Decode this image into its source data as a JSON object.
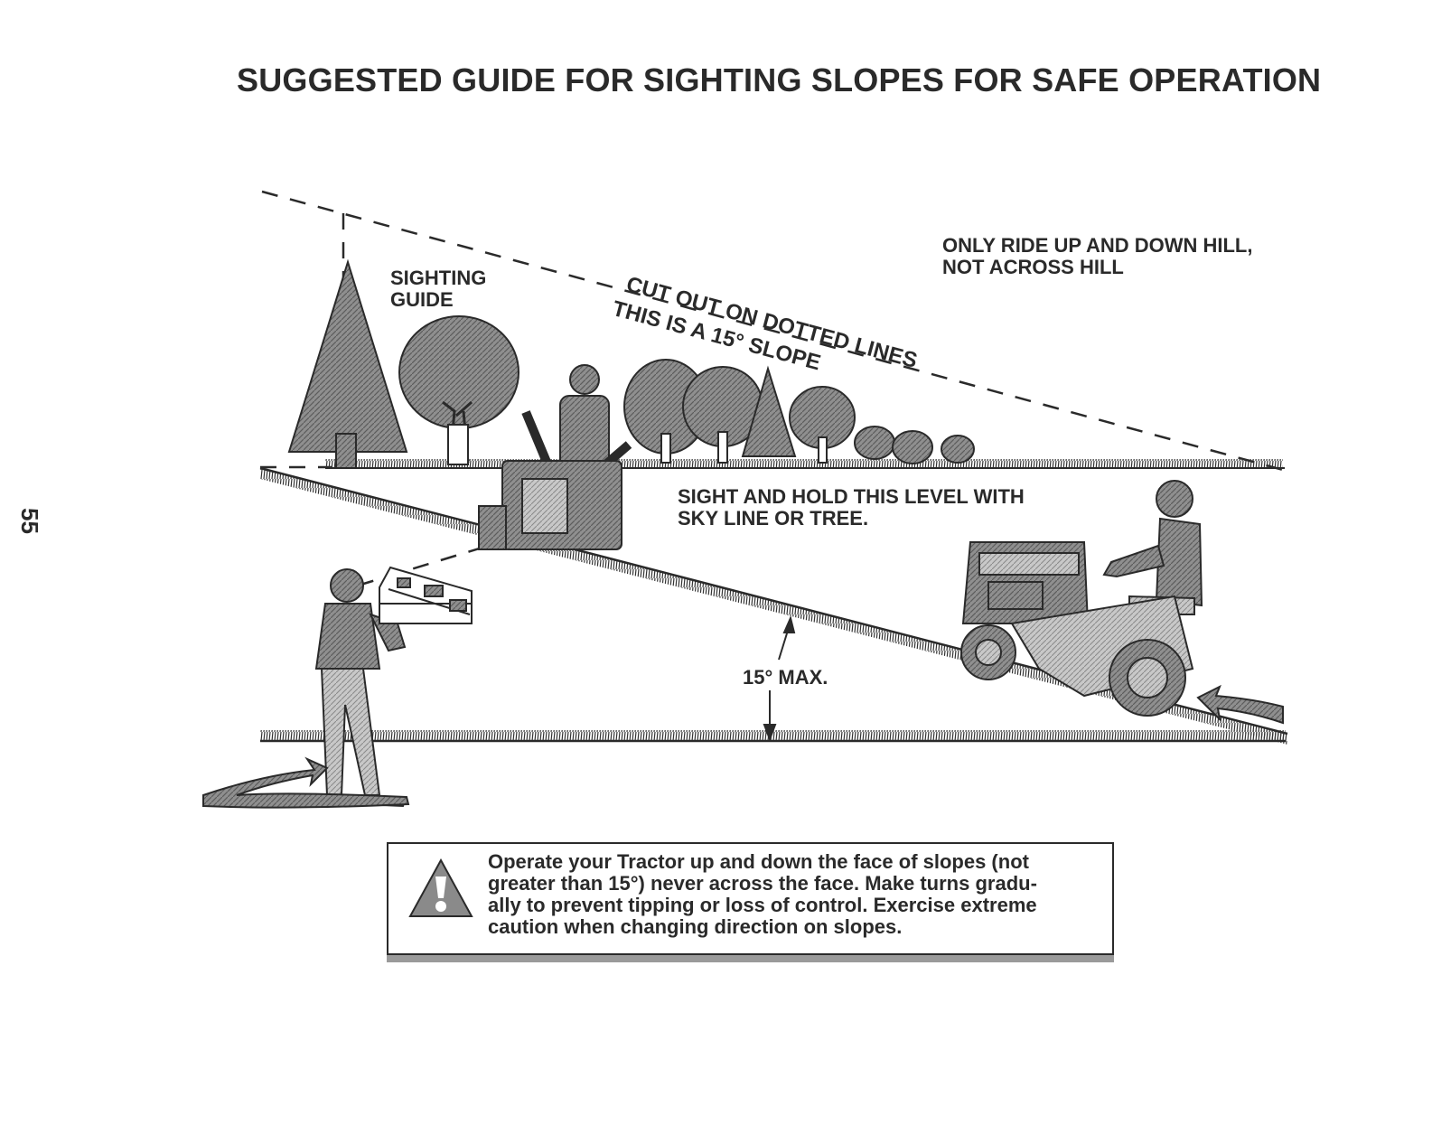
{
  "page": {
    "title": "SUGGESTED GUIDE FOR SIGHTING SLOPES FOR SAFE OPERATION",
    "page_number": "55"
  },
  "diagram": {
    "sighting_guide_label": [
      "SIGHTING",
      "GUIDE"
    ],
    "cut_out_label": "CUT OUT ON DOTTED LINES",
    "slope_label": "THIS IS A 15° SLOPE",
    "ride_instruction": [
      "ONLY RIDE UP AND DOWN HILL,",
      "NOT ACROSS HILL"
    ],
    "sight_instruction": [
      "SIGHT AND HOLD THIS LEVEL WITH",
      "SKY LINE OR TREE."
    ],
    "max_angle_label": "15° MAX."
  },
  "warning": {
    "icon": "warning-triangle-icon",
    "text": "Operate your Tractor up and down the face of slopes (not\ngreater than 15°) never across the face. Make turns gradu-\nally to prevent tipping or loss of control. Exercise extreme\ncaution when changing direction on slopes."
  }
}
